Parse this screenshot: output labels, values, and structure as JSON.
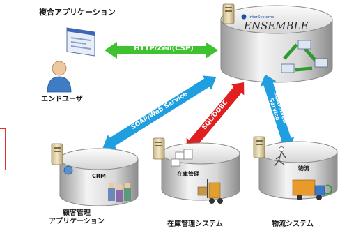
{
  "labels": {
    "composite_app": "複合アプリケーション",
    "end_user": "エンドユーザ",
    "crm_app": "顧客管理\nアプリケーション",
    "inventory_system": "在庫管理システム",
    "logistics_system": "物流システム"
  },
  "arrows": {
    "http": "HTTP/Zen(CSP)",
    "soap_crm": "SOAP/Web Service",
    "sql": "SQL/ODBC",
    "soap_logistics": "SOAP/Web\nService"
  },
  "drums": {
    "ensemble_brand": "InterSystems",
    "ensemble_title": "ENSEMBLE",
    "crm": "CRM",
    "inventory": "在庫管理",
    "logistics": "物流"
  },
  "colors": {
    "http_arrow": "#3ec22f",
    "soap_arrow": "#1f9ee0",
    "sql_arrow": "#e02020"
  }
}
